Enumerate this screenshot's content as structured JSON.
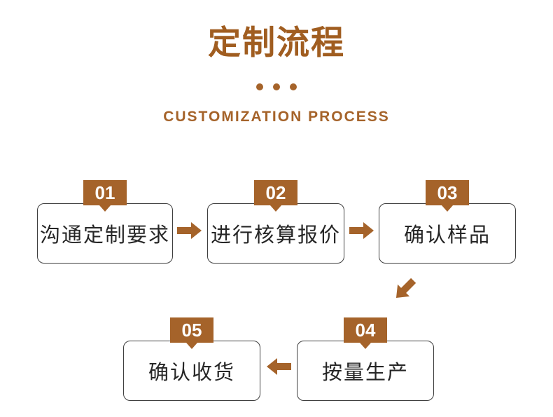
{
  "header": {
    "title": "定制流程",
    "subtitle": "CUSTOMIZATION PROCESS"
  },
  "colors": {
    "accent": "#a5632a",
    "title": "#a05d20",
    "box_border": "#3f3f3f",
    "box_text": "#262626"
  },
  "icons": {
    "arrow_right": "thick-right-arrow",
    "arrow_down_left": "thick-down-left-arrow",
    "arrow_left": "thick-left-arrow"
  },
  "steps": [
    {
      "number": "01",
      "label": "沟通定制要求"
    },
    {
      "number": "02",
      "label": "进行核算报价"
    },
    {
      "number": "03",
      "label": "确认样品"
    },
    {
      "number": "04",
      "label": "按量生产"
    },
    {
      "number": "05",
      "label": "确认收货"
    }
  ]
}
